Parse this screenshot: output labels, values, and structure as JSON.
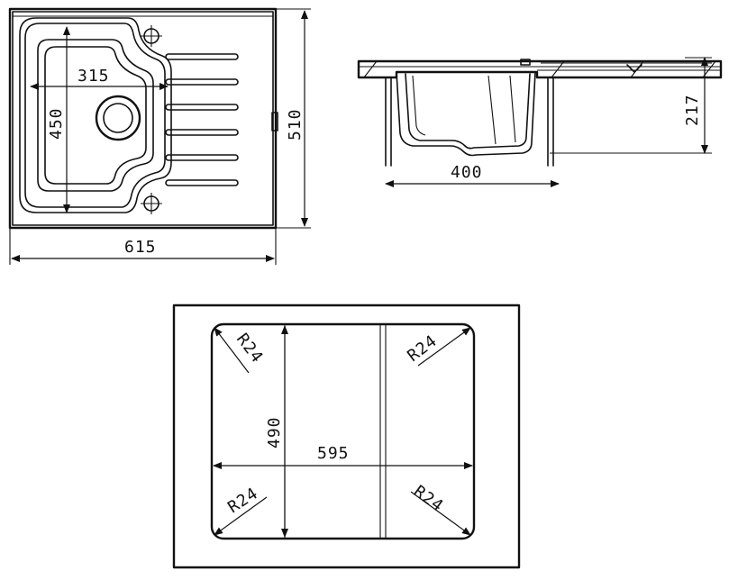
{
  "top_view": {
    "bowl_width": "315",
    "bowl_length": "450",
    "overall_depth": "510",
    "overall_width": "615"
  },
  "side_view": {
    "height": "217",
    "bowl_width": "400"
  },
  "cutout": {
    "height": "490",
    "width": "595",
    "radius_top_left": "R24",
    "radius_top_right": "R24",
    "radius_bottom_left": "R24",
    "radius_bottom_right": "R24"
  }
}
